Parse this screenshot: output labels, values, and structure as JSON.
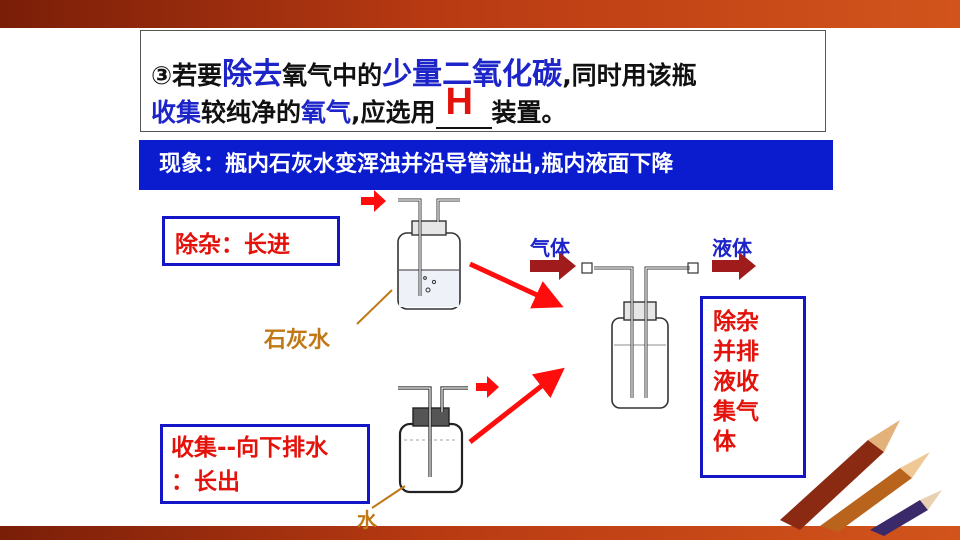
{
  "question": {
    "line1": [
      {
        "text": "③若要",
        "style": "normal"
      },
      {
        "text": "除去",
        "style": "blue-big"
      },
      {
        "text": "氧气中的",
        "style": "normal"
      },
      {
        "text": "少量二氧化碳",
        "style": "blue-big"
      },
      {
        "text": ",同时用该瓶",
        "style": "normal"
      }
    ],
    "line2_before": [
      {
        "text": "收集",
        "style": "blue"
      },
      {
        "text": "较纯净的",
        "style": "normal"
      },
      {
        "text": "氧气",
        "style": "blue"
      },
      {
        "text": ",应选用",
        "style": "normal"
      }
    ],
    "answer": "H",
    "line2_after": "装置。"
  },
  "phenomenon": "现象：瓶内石灰水变浑浊并沿导管流出,瓶内液面下降",
  "boxes": {
    "purify": "除杂：长进",
    "collect_line1": "收集--向下排水",
    "collect_line2": "：长出",
    "combined": [
      "除杂",
      "并排",
      "液收",
      "集气",
      "体"
    ]
  },
  "labels": {
    "limewater": "石灰水",
    "water": "水",
    "gas": "气体",
    "liquid": "液体"
  },
  "colors": {
    "blue_text": "#1d24c8",
    "red_text": "#e3120b",
    "banner": "#0b1ccf",
    "arrow_red": "#ff0d0d",
    "arrow_dark": "#a01c1c",
    "label_orange": "#c07814"
  }
}
